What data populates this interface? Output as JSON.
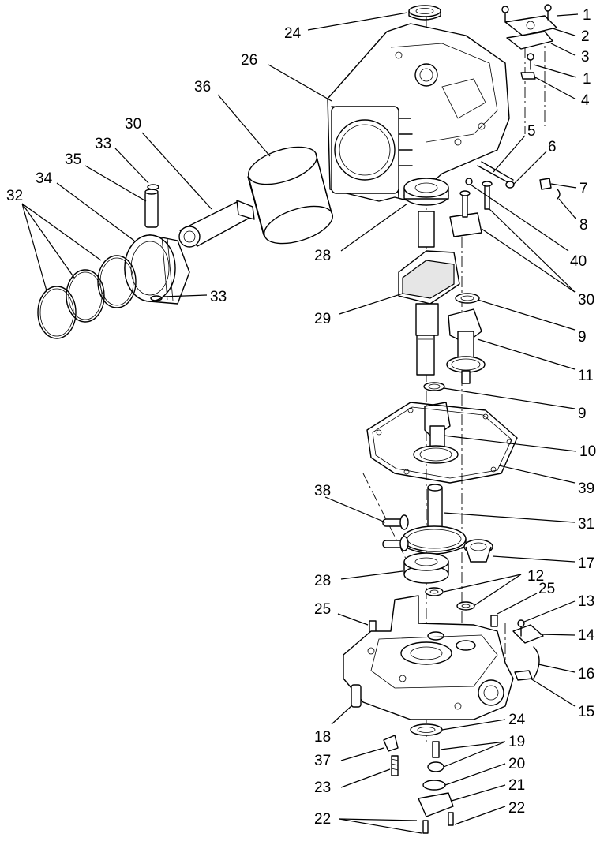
{
  "callouts": [
    {
      "label": "1"
    },
    {
      "label": "2"
    },
    {
      "label": "3"
    },
    {
      "label": "1"
    },
    {
      "label": "4"
    },
    {
      "label": "5"
    },
    {
      "label": "6"
    },
    {
      "label": "7"
    },
    {
      "label": "8"
    },
    {
      "label": "40"
    },
    {
      "label": "30"
    },
    {
      "label": "9"
    },
    {
      "label": "11"
    },
    {
      "label": "9"
    },
    {
      "label": "10"
    },
    {
      "label": "39"
    },
    {
      "label": "31"
    },
    {
      "label": "17"
    },
    {
      "label": "12"
    },
    {
      "label": "25"
    },
    {
      "label": "13"
    },
    {
      "label": "14"
    },
    {
      "label": "16"
    },
    {
      "label": "15"
    },
    {
      "label": "24"
    },
    {
      "label": "19"
    },
    {
      "label": "20"
    },
    {
      "label": "21"
    },
    {
      "label": "22"
    },
    {
      "label": "22"
    },
    {
      "label": "23"
    },
    {
      "label": "37"
    },
    {
      "label": "18"
    },
    {
      "label": "25"
    },
    {
      "label": "28"
    },
    {
      "label": "38"
    },
    {
      "label": "29"
    },
    {
      "label": "28"
    },
    {
      "label": "24"
    },
    {
      "label": "26"
    },
    {
      "label": "36"
    },
    {
      "label": "30"
    },
    {
      "label": "33"
    },
    {
      "label": "35"
    },
    {
      "label": "34"
    },
    {
      "label": "32"
    },
    {
      "label": "33"
    }
  ]
}
